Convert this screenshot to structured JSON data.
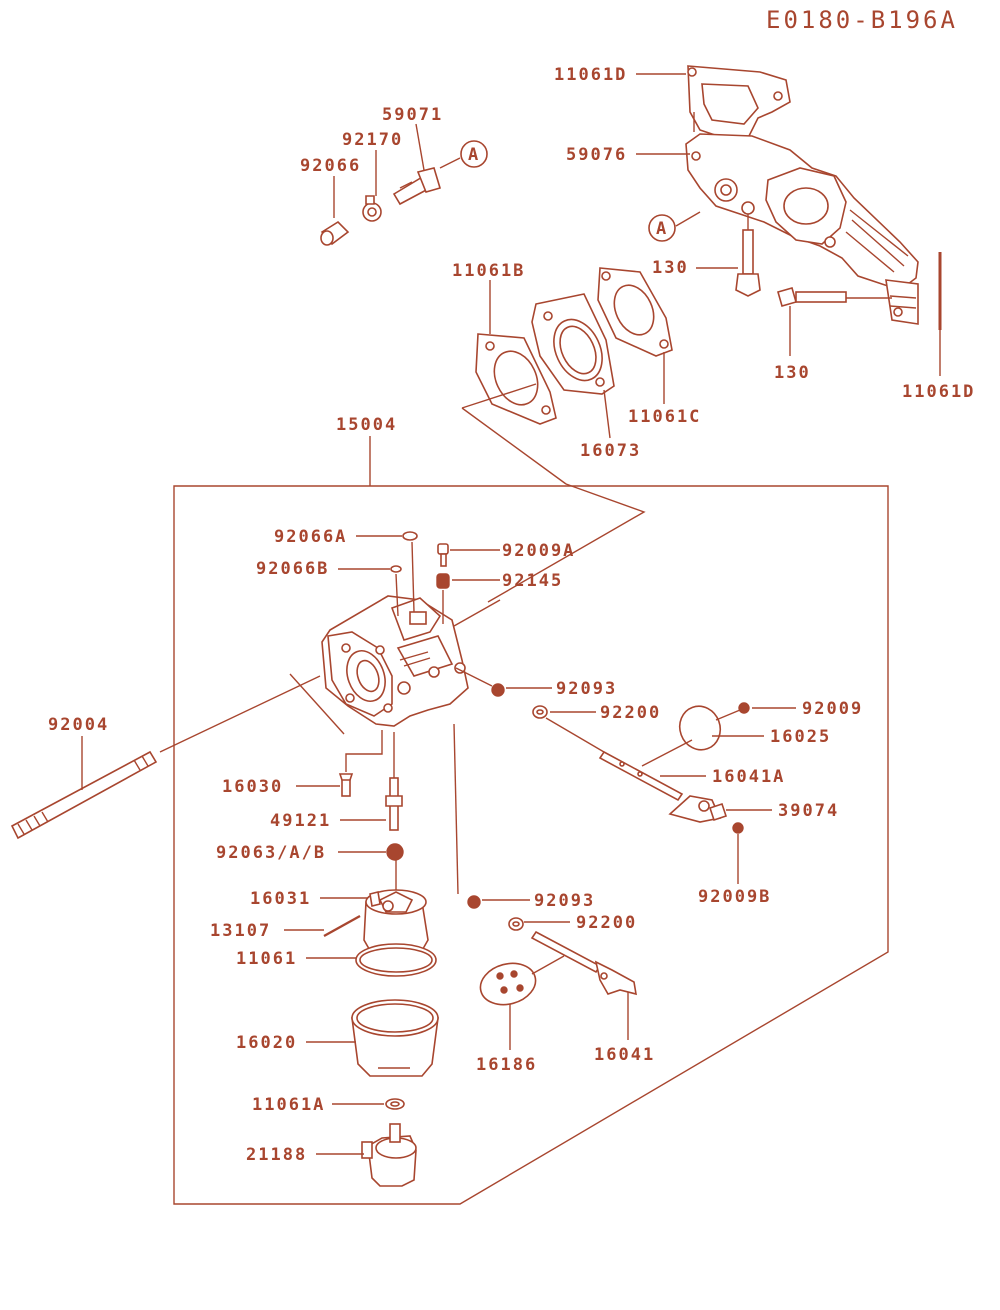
{
  "diagram_code": "E0180-B196A",
  "colors": {
    "line": "#a8462f",
    "part_fill": "#ffffff",
    "shade": "#f3e3dc"
  },
  "callout_marker": "A",
  "labels": {
    "p11061D_top": "11061D",
    "p59071": "59071",
    "p92170": "92170",
    "p92066": "92066",
    "p59076": "59076",
    "p130_a": "130",
    "p130_b": "130",
    "p11061B": "11061B",
    "p11061C": "11061C",
    "p16073": "16073",
    "p11061D_right": "11061D",
    "p15004": "15004",
    "p92066A": "92066A",
    "p92066B": "92066B",
    "p92009A": "92009A",
    "p92145": "92145",
    "p92093_a": "92093",
    "p92200_a": "92200",
    "p92009": "92009",
    "p16025": "16025",
    "p16041A": "16041A",
    "p39074": "39074",
    "p92009B": "92009B",
    "p92004": "92004",
    "p16030": "16030",
    "p49121": "49121",
    "p92063": "92063/A/B",
    "p16031": "16031",
    "p13107": "13107",
    "p11061": "11061",
    "p92093_b": "92093",
    "p92200_b": "92200",
    "p16020": "16020",
    "p16186": "16186",
    "p16041": "16041",
    "p11061A": "11061A",
    "p21188": "21188"
  }
}
